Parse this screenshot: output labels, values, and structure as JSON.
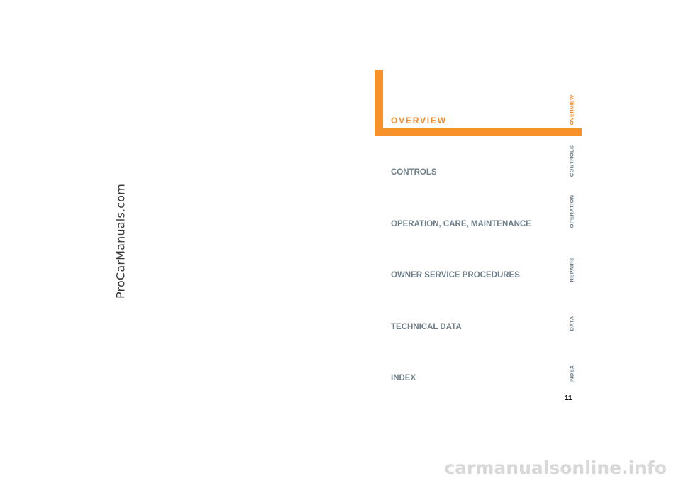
{
  "watermark_left": "ProCarManuals.com",
  "section": {
    "title": "OVERVIEW"
  },
  "toc": [
    {
      "label": "CONTROLS"
    },
    {
      "label": "OPERATION, CARE, MAINTENANCE"
    },
    {
      "label": "OWNER SERVICE PROCEDURES"
    },
    {
      "label": "TECHNICAL DATA"
    },
    {
      "label": "INDEX"
    }
  ],
  "thumb_tabs": [
    {
      "label": "OVERVIEW",
      "active": true
    },
    {
      "label": "CONTROLS",
      "active": false
    },
    {
      "label": "OPERATION",
      "active": false
    },
    {
      "label": "REPAIRS",
      "active": false
    },
    {
      "label": "DATA",
      "active": false
    },
    {
      "label": "INDEX",
      "active": false
    }
  ],
  "page_number": "11",
  "watermark_bottom": "carmanualsonline.info",
  "colors": {
    "accent": "#f7922b",
    "section_title": "#f08a2c",
    "toc_text": "#6f7f8a"
  }
}
